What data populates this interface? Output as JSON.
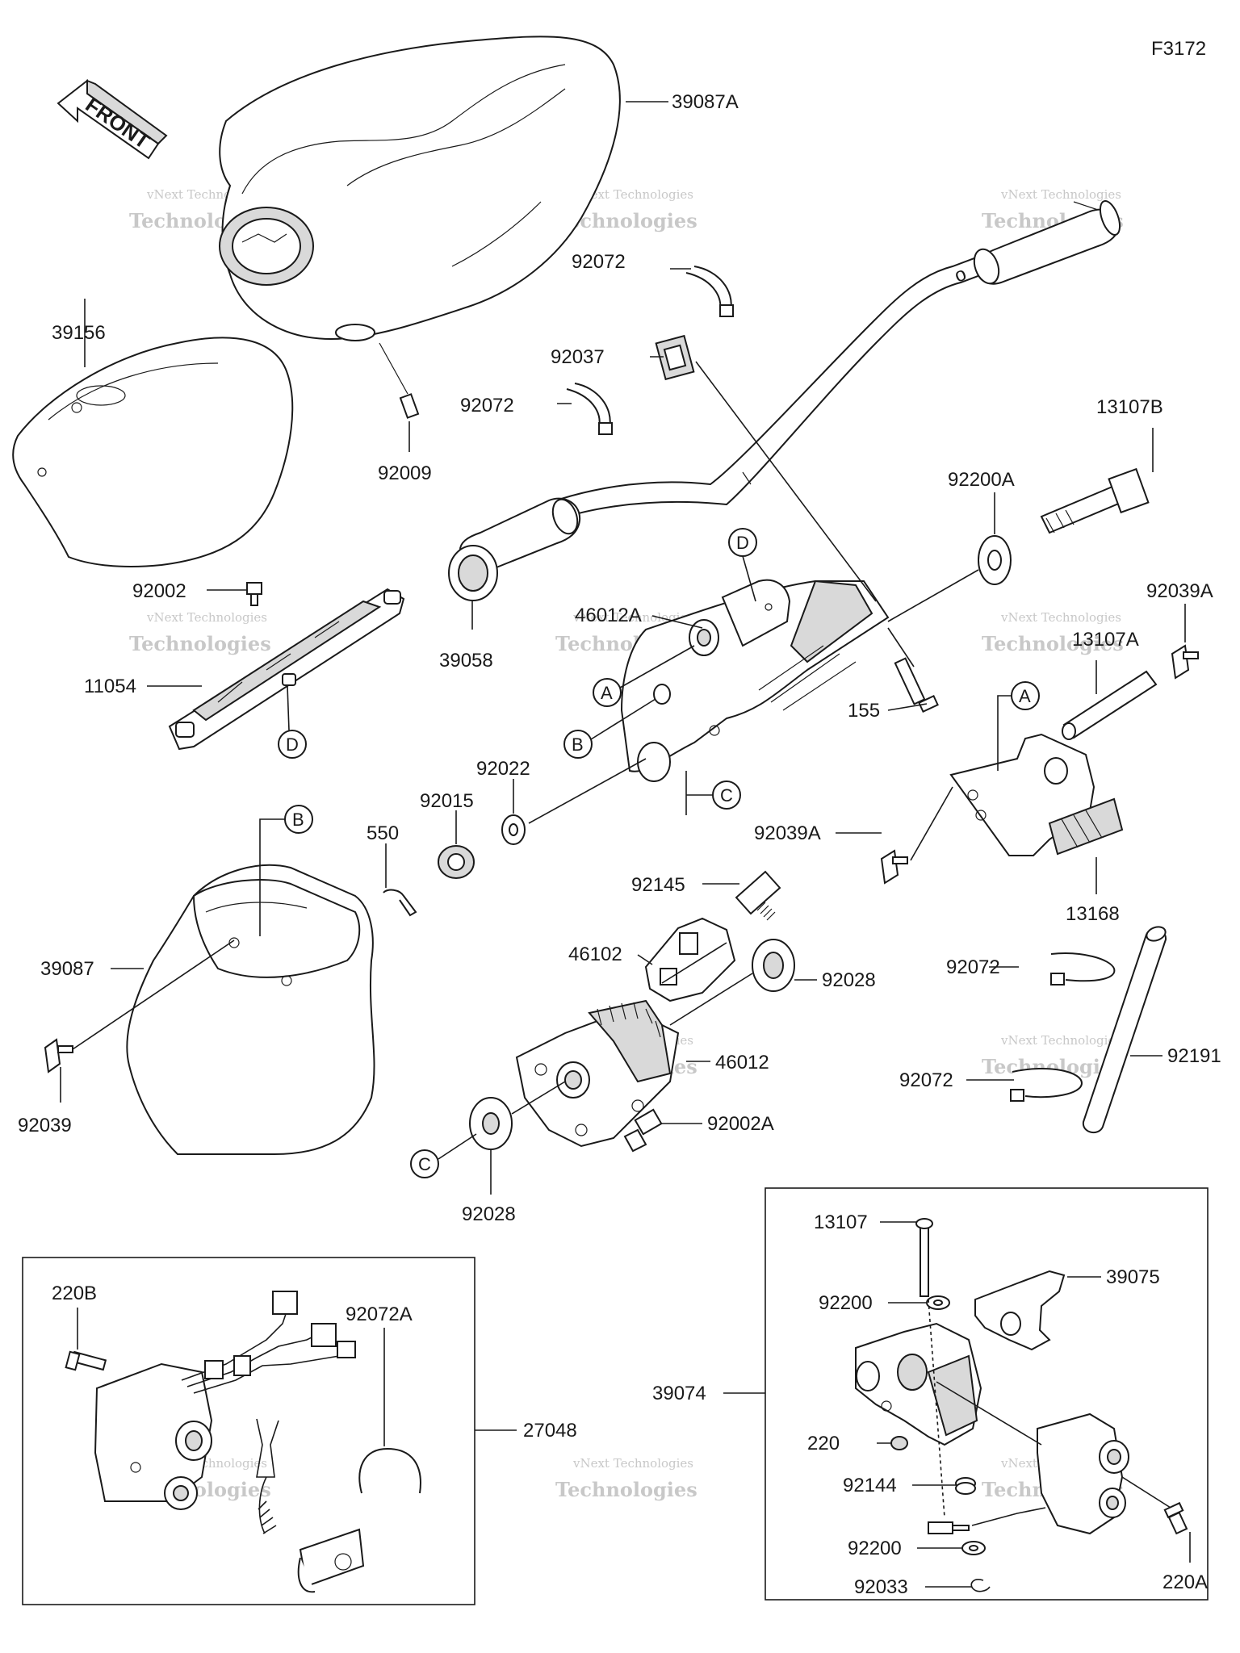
{
  "diagram_code": "F3172",
  "direction_label": "FRONT",
  "watermark": {
    "line1": "vNext Technologies",
    "line2": "Technologies"
  },
  "reference_marks": [
    "A",
    "B",
    "C",
    "D"
  ],
  "part_numbers": {
    "p39087A": "39087A",
    "p39156": "39156",
    "p92009": "92009",
    "p92072_top": "92072",
    "p92037": "92037",
    "p92072_mid": "92072",
    "p13107B": "13107B",
    "p92200A": "92200A",
    "p92002": "92002",
    "p11054": "11054",
    "p39058": "39058",
    "p46012A": "46012A",
    "p155": "155",
    "p92039A_top": "92039A",
    "p13107A": "13107A",
    "p92022": "92022",
    "p92015": "92015",
    "p550": "550",
    "p92039A_mid": "92039A",
    "p13168": "13168",
    "p92145": "92145",
    "p39087": "39087",
    "p46102": "46102",
    "p92028_right": "92028",
    "p92072_low1": "92072",
    "p46012": "46012",
    "p92191": "92191",
    "p92072_low2": "92072",
    "p92039": "92039",
    "p92002A": "92002A",
    "p92028_bottom": "92028",
    "p13107": "13107",
    "p39075": "39075",
    "p92200_a": "92200",
    "p220B": "220B",
    "p39074": "39074",
    "p92072A": "92072A",
    "p27048": "27048",
    "p220": "220",
    "p92144": "92144",
    "p92200_b": "92200",
    "p92033": "92033",
    "p220A": "220A"
  }
}
